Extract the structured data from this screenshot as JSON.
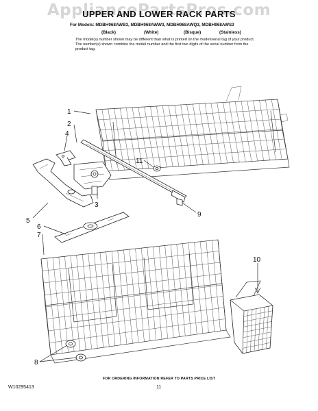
{
  "watermark": "AppliancePartsPros.com",
  "title": "UPPER AND LOWER RACK PARTS",
  "models_line": "For Models: MDBH968AWB3, MDBH968AWW3, MDBH968AWQ3, MDBH968AWS3",
  "variants": [
    "(Black)",
    "(White)",
    "(Bisque)",
    "(Stainless)"
  ],
  "note": "The model(s) number shown may be different than what is printed on the model/serial tag of your product. The number(s) shown combine the model number and the first two digits of the serial number from the product tag.",
  "callouts": [
    "1",
    "2",
    "3",
    "4",
    "5",
    "6",
    "7",
    "8",
    "9",
    "10",
    "11"
  ],
  "footer": {
    "ordering": "FOR ORDERING INFORMATION REFER TO PARTS PRICE LIST",
    "doc_number": "W10295413",
    "page_number": "11"
  }
}
